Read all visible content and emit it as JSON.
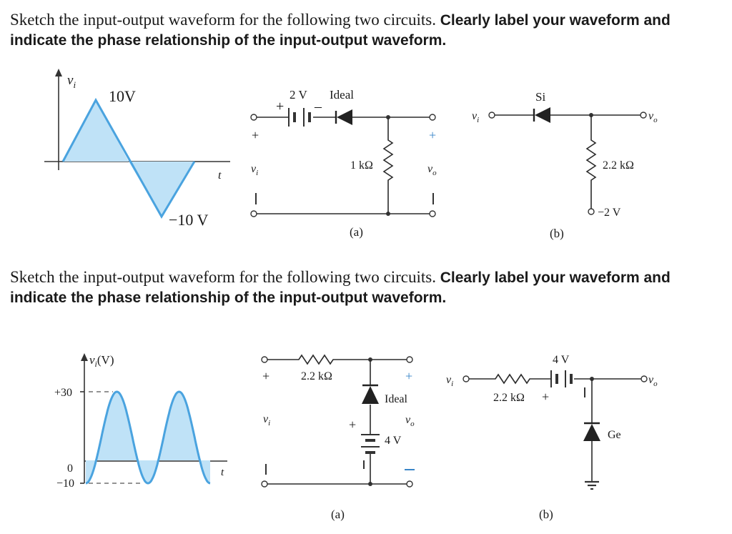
{
  "prompts": [
    {
      "lead": "Sketch the input-output waveform for the following two circuits.",
      "bold": "Clearly label your waveform and indicate the phase relationship of the input-output waveform."
    },
    {
      "lead": "Sketch the input-output waveform for the following two circuits.",
      "bold": "Clearly label your waveform and indicate the phase relationship of the input-output waveform."
    }
  ],
  "triangle_wave": {
    "ylabel": "v",
    "ylabel_sub": "i",
    "peak_pos": "10V",
    "peak_neg": "−10 V",
    "xlabel": "t",
    "max": 10,
    "min": -10
  },
  "sine_wave": {
    "ylabel": "v",
    "ylabel_sub": "i",
    "ylabel_unit": "(V)",
    "tick_top": "+30",
    "tick_zero": "0",
    "tick_bottom": "−10",
    "xlabel": "t",
    "max": 30,
    "min": -10
  },
  "circuit_1a": {
    "battery": "2 V",
    "diode": "Ideal",
    "resistor": "1 kΩ",
    "input": "v",
    "input_sub": "i",
    "output": "v",
    "output_sub": "o",
    "plus": "+",
    "minus": "–",
    "caption": "(a)"
  },
  "circuit_1b": {
    "diode": "Si",
    "resistor": "2.2 kΩ",
    "supply": "−2 V",
    "input": "v",
    "input_sub": "i",
    "output": "v",
    "output_sub": "o",
    "caption": "(b)"
  },
  "circuit_2a": {
    "resistor": "2.2 kΩ",
    "diode": "Ideal",
    "battery": "4 V",
    "input": "v",
    "input_sub": "i",
    "output": "v",
    "output_sub": "o",
    "plus": "+",
    "minus": "–",
    "caption": "(a)"
  },
  "circuit_2b": {
    "battery": "4 V",
    "resistor": "2.2 kΩ",
    "diode": "Ge",
    "input": "v",
    "input_sub": "i",
    "output": "v",
    "output_sub": "o",
    "plus": "+",
    "minus": "–",
    "caption": "(b)"
  },
  "colors": {
    "waveform": "#4aa3df",
    "waveform_fill": "#bfe2f7"
  }
}
